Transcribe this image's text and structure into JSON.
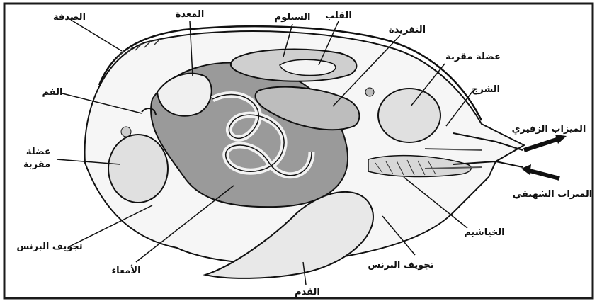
{
  "labels": {
    "shell": "الصدفة",
    "stomach": "المعدة",
    "coelom": "السيلوم",
    "heart": "القلب",
    "kidney": "النفريدة",
    "adductor_right": "عضلة مقربة",
    "mouth": "الفم",
    "rectum": "الشرج",
    "exhalant_siphon": "الميزاب الزفيري",
    "adductor_left": "عضلة\nمقربة",
    "inhalant_siphon": "الميزاب الشهيقي",
    "gills": "الخياشيم",
    "mantle_cavity_left": "تجويف البرنس",
    "intestine": "الأمعاء",
    "mantle_cavity_bottom": "تجويف البرنس",
    "foot": "القدم"
  },
  "colors": {
    "frame": "#1a1a1a",
    "line": "#111111",
    "fill_light": "#ececec",
    "fill_mid": "#d2d2d2",
    "fill_dark": "#9a9a9a"
  }
}
